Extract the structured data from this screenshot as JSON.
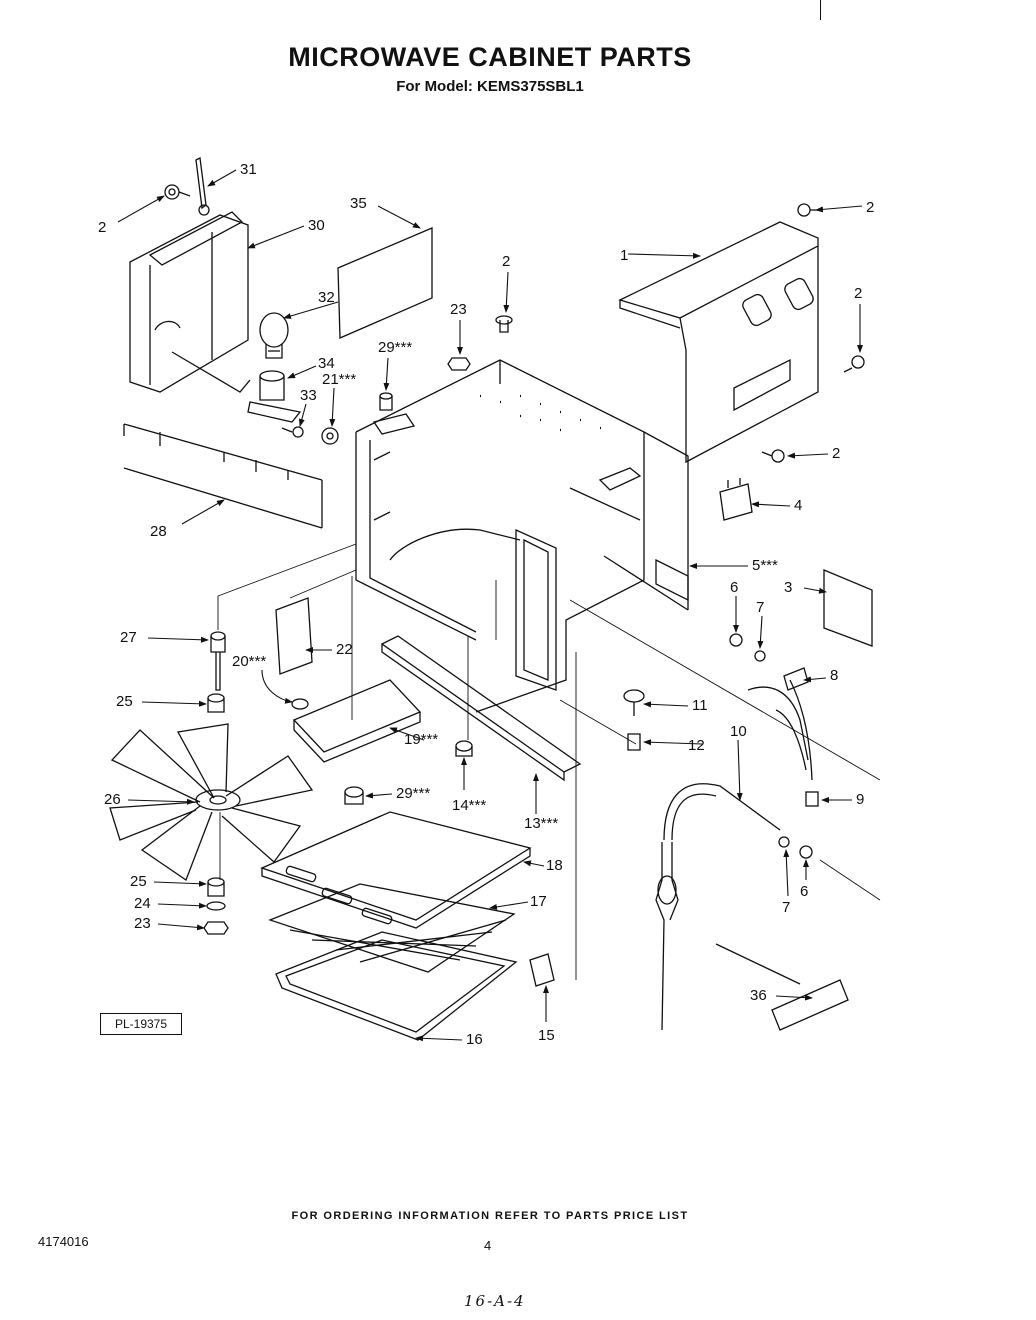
{
  "header": {
    "title": "MICROWAVE CABINET PARTS",
    "subtitle": "For Model: KEMS375SBL1"
  },
  "callouts": [
    {
      "id": "c31",
      "text": "31"
    },
    {
      "id": "c2a",
      "text": "2"
    },
    {
      "id": "c30",
      "text": "30"
    },
    {
      "id": "c35",
      "text": "35"
    },
    {
      "id": "c2b",
      "text": "2"
    },
    {
      "id": "c1",
      "text": "1"
    },
    {
      "id": "c2c",
      "text": "2"
    },
    {
      "id": "c2d",
      "text": "2"
    },
    {
      "id": "c32",
      "text": "32"
    },
    {
      "id": "c23a",
      "text": "23"
    },
    {
      "id": "c29a",
      "text": "29***"
    },
    {
      "id": "c34",
      "text": "34"
    },
    {
      "id": "c21",
      "text": "21***"
    },
    {
      "id": "c33",
      "text": "33"
    },
    {
      "id": "c2e",
      "text": "2"
    },
    {
      "id": "c4",
      "text": "4"
    },
    {
      "id": "c28",
      "text": "28"
    },
    {
      "id": "c5",
      "text": "5***"
    },
    {
      "id": "c6a",
      "text": "6"
    },
    {
      "id": "c3",
      "text": "3"
    },
    {
      "id": "c7a",
      "text": "7"
    },
    {
      "id": "c27",
      "text": "27"
    },
    {
      "id": "c22",
      "text": "22"
    },
    {
      "id": "c20",
      "text": "20***"
    },
    {
      "id": "c8",
      "text": "8"
    },
    {
      "id": "c25a",
      "text": "25"
    },
    {
      "id": "c11",
      "text": "11"
    },
    {
      "id": "c10",
      "text": "10"
    },
    {
      "id": "c19",
      "text": "19***"
    },
    {
      "id": "c12",
      "text": "12"
    },
    {
      "id": "c26",
      "text": "26"
    },
    {
      "id": "c29b",
      "text": "29***"
    },
    {
      "id": "c14",
      "text": "14***"
    },
    {
      "id": "c13",
      "text": "13***"
    },
    {
      "id": "c9",
      "text": "9"
    },
    {
      "id": "c18",
      "text": "18"
    },
    {
      "id": "c25b",
      "text": "25"
    },
    {
      "id": "c6b",
      "text": "6"
    },
    {
      "id": "c7b",
      "text": "7"
    },
    {
      "id": "c24",
      "text": "24"
    },
    {
      "id": "c17",
      "text": "17"
    },
    {
      "id": "c23b",
      "text": "23"
    },
    {
      "id": "c36",
      "text": "36"
    },
    {
      "id": "c15",
      "text": "15"
    },
    {
      "id": "c16",
      "text": "16"
    }
  ],
  "plate_number": "PL-19375",
  "footer": {
    "ordering_note": "FOR ORDERING INFORMATION REFER TO PARTS PRICE LIST",
    "doc_number": "4174016",
    "page_number": "4",
    "handwritten_note": "16-A-4"
  }
}
